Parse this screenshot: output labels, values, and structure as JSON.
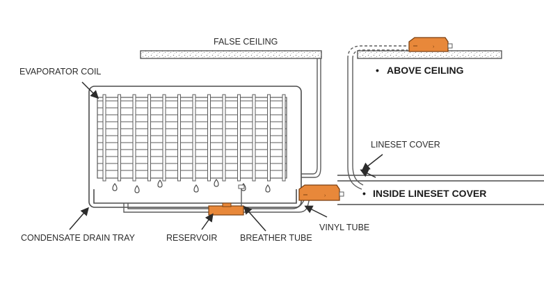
{
  "labels": {
    "false_ceiling": "FALSE CEILING",
    "evaporator_coil": "EVAPORATOR COIL",
    "above_ceiling": "ABOVE CEILING",
    "lineset_cover": "LINESET COVER",
    "inside_lineset_cover": "INSIDE LINESET COVER",
    "vinyl_tube": "VINYL TUBE",
    "condensate_drain_tray": "CONDENSATE DRAIN TRAY",
    "reservoir": "RESERVOIR",
    "breather_tube": "BREATHER TUBE"
  },
  "bullets": {
    "above_ceiling": "•",
    "inside_lineset_cover": "•"
  },
  "colors": {
    "pump_orange": "#e8883a",
    "pump_outline": "#7a3f10",
    "line": "#4a4a4a",
    "ceiling_texture": "#888888"
  },
  "icons": [
    "condensate-pump-icon",
    "water-drop-icon",
    "arrow-pointer-icon"
  ]
}
